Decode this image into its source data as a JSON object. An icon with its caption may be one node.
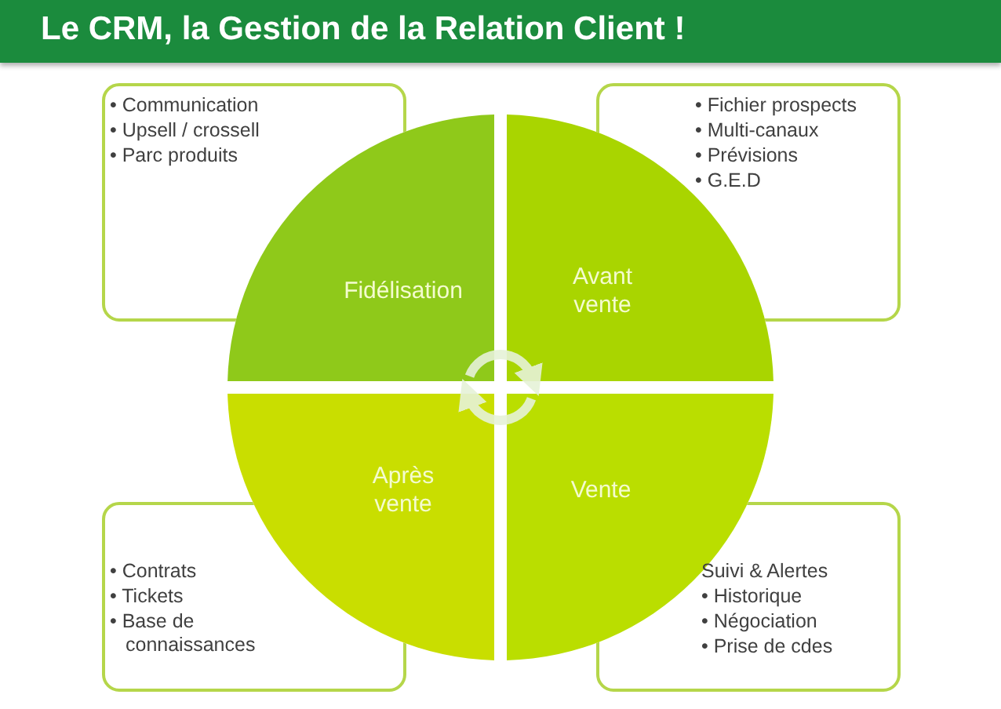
{
  "diagram": {
    "title": "Le CRM, la Gestion de la Relation Client !",
    "nodes": [
      {
        "text": [
          "• Communication",
          "• Upsell / crossell",
          "• Parc produits"
        ]
      },
      {
        "text": [
          "• Fichier prospects",
          "• Multi-canaux",
          "• Prévisions",
          "• G.E.D"
        ]
      },
      {
        "text": [
          "Fidélisation"
        ]
      },
      {
        "text": [
          "Avant vente"
        ]
      },
      {
        "text": [
          "Après vente"
        ]
      },
      {
        "text": [
          "Vente"
        ]
      },
      {
        "text": [
          "• Contrats",
          "• Tickets",
          "• Base de connaissances"
        ]
      },
      {
        "text": [
          "Suivi & Alertes",
          "• Historique",
          "• Négociation",
          "• Prise de cdes"
        ]
      }
    ],
    "edges": [
      {
        "from": 2,
        "to": 3,
        "arrow": "to"
      },
      {
        "from": 5,
        "to": 4,
        "arrow": "to"
      }
    ]
  }
}
